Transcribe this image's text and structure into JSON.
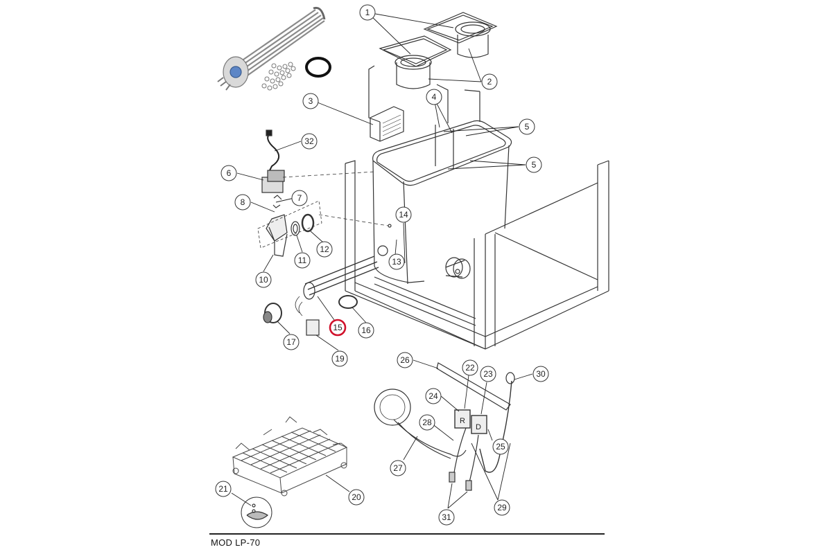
{
  "model_label": "MOD  LP-70",
  "highlight_color": "#d0112b",
  "highlighted_callout": "15",
  "callouts": [
    "1",
    "2",
    "3",
    "4",
    "5",
    "5",
    "6",
    "7",
    "8",
    "10",
    "11",
    "12",
    "13",
    "14",
    "15",
    "16",
    "17",
    "19",
    "20",
    "21",
    "22",
    "23",
    "24",
    "25",
    "26",
    "27",
    "28",
    "29",
    "30",
    "31",
    "32"
  ],
  "part_labels": {
    "relay_r": "R",
    "relay_d": "D"
  },
  "icons": [
    "heating-element-photo",
    "gasket-ring-icon",
    "washer-nuts-icon"
  ]
}
